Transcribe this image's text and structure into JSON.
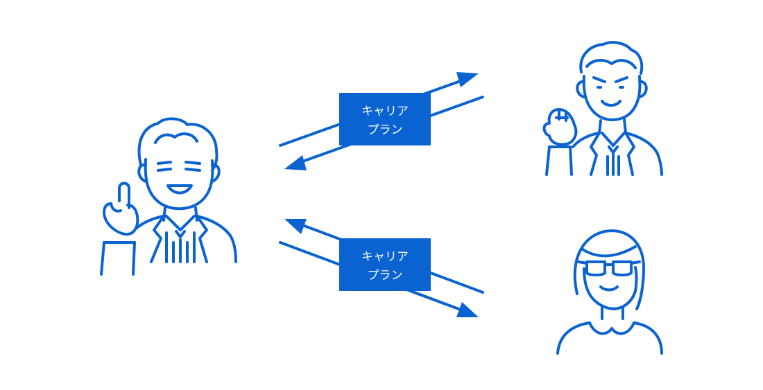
{
  "colors": {
    "primary": "#0a63d0",
    "background": "#ffffff",
    "label_text": "#ffffff"
  },
  "labels": {
    "top": {
      "line1": "キャリア",
      "line2": "プラン"
    },
    "bottom": {
      "line1": "キャリア",
      "line2": "プラン"
    }
  },
  "icons": {
    "left": "senior-man-pointing-icon",
    "top_right": "young-man-fist-icon",
    "bottom_right": "woman-glasses-icon"
  }
}
